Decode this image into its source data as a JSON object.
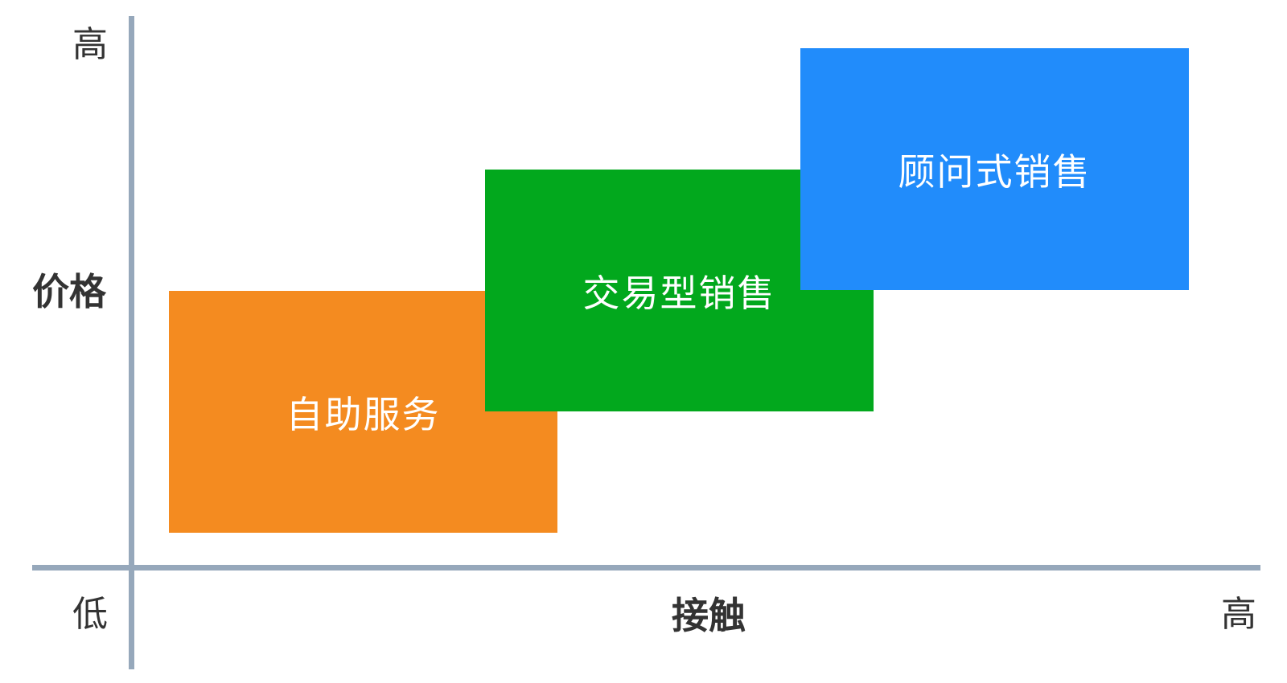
{
  "axes": {
    "y": {
      "title": "价格",
      "high_label": "高"
    },
    "x": {
      "title": "接触",
      "low_label": "低",
      "high_label": "高"
    },
    "line_color": "#96a8bb"
  },
  "blocks": [
    {
      "label": "自助服务",
      "color": "#f48b20"
    },
    {
      "label": "交易型销售",
      "color": "#02a81d"
    },
    {
      "label": "顾问式销售",
      "color": "#218cfb"
    }
  ]
}
